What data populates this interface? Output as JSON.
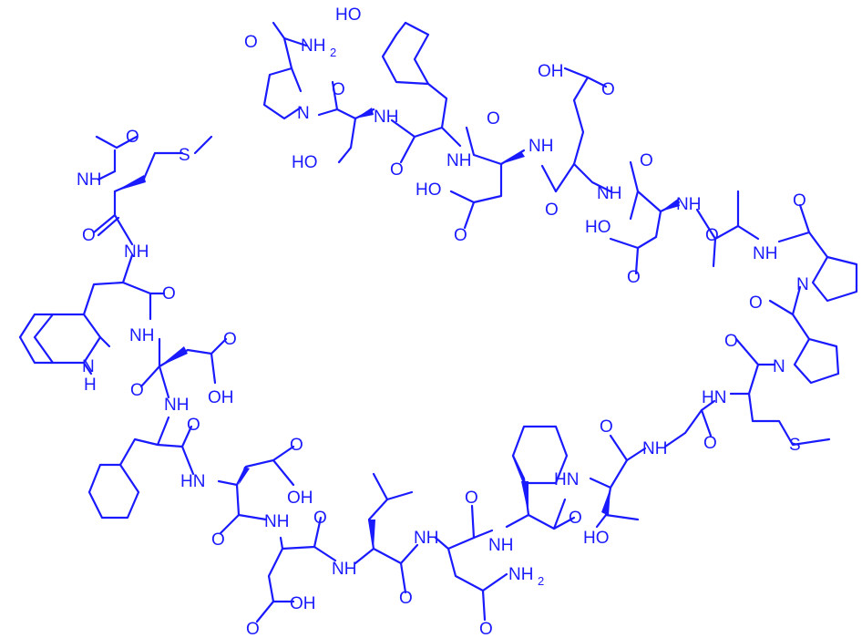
{
  "molecule": {
    "atom_color": "#1a1aff",
    "background": "#ffffff",
    "labels": {
      "ac_o": "O",
      "ac_nh": "NH",
      "met_s": "S",
      "met_co": "O",
      "trp_nh": "NH",
      "trp_indole_nh": "N",
      "trp_indole_h": "H",
      "trp_co": "O",
      "asp1_nh": "NH",
      "asp1_o": "O",
      "asp1_oh": "OH",
      "asp1_co": "O",
      "phe1_nh": "NH",
      "phe1_co": "O",
      "asp2_nh": "HN",
      "asp2_o": "O",
      "asp2_oh": "OH",
      "asp2_co": "O",
      "asp3_nh": "NH",
      "asp3_o": "O",
      "asp3_oh": "OH",
      "asp3_co": "O",
      "leu_nh": "NH",
      "leu_co": "O",
      "asn_nh": "NH",
      "asn_co": "O",
      "asn_nh2": "NH",
      "asn_nh2_sub": "2",
      "asn_o": "O",
      "phe2_nh": "NH",
      "phe2_co": "O",
      "thr_nh": "HN",
      "thr_oh": "HO",
      "thr_co": "O",
      "gly_nh": "NH",
      "gly_co": "O",
      "met2_nh": "HN",
      "met2_s": "S",
      "met2_co": "O",
      "pro1_n": "N",
      "pro1_co": "O",
      "pro2_n": "N",
      "pro2_co": "O",
      "ala_nh": "NH",
      "ala_co": "O",
      "asp4_nh": "NH",
      "asp4_o": "O",
      "asp4_oh": "HO",
      "asp4_co": "O",
      "glu_nh": "NH",
      "glu_o": "O",
      "glu_oh": "OH",
      "glu_co": "O",
      "asp5_nh": "NH",
      "asp5_o": "O",
      "asp5_oh": "HO",
      "asp5_co": "O",
      "tyr_nh": "NH",
      "tyr_oh": "HO",
      "tyr_co": "O",
      "ser_nh": "NH",
      "ser_oh": "HO",
      "ser_co": "O",
      "pro3_n": "N",
      "pro3_nh2": "NH",
      "pro3_nh2_sub": "2",
      "pro3_o": "O"
    }
  }
}
